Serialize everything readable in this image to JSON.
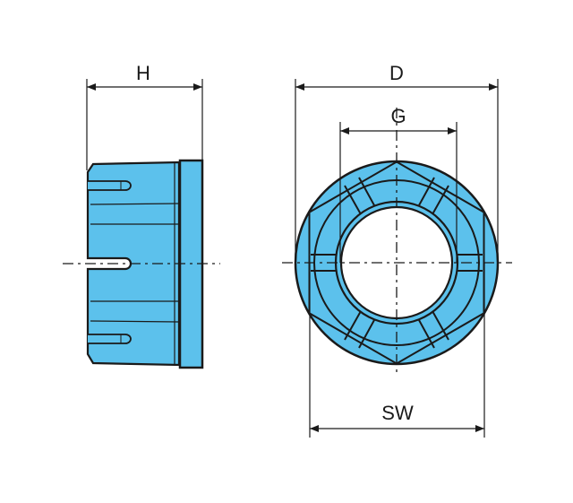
{
  "dimensions": {
    "height_label": "H",
    "outer_diameter_label": "D",
    "inner_diameter_label": "G",
    "wrench_size_label": "SW"
  },
  "colors": {
    "part_fill": "#5cc1ec",
    "line": "#1a1a1a"
  }
}
